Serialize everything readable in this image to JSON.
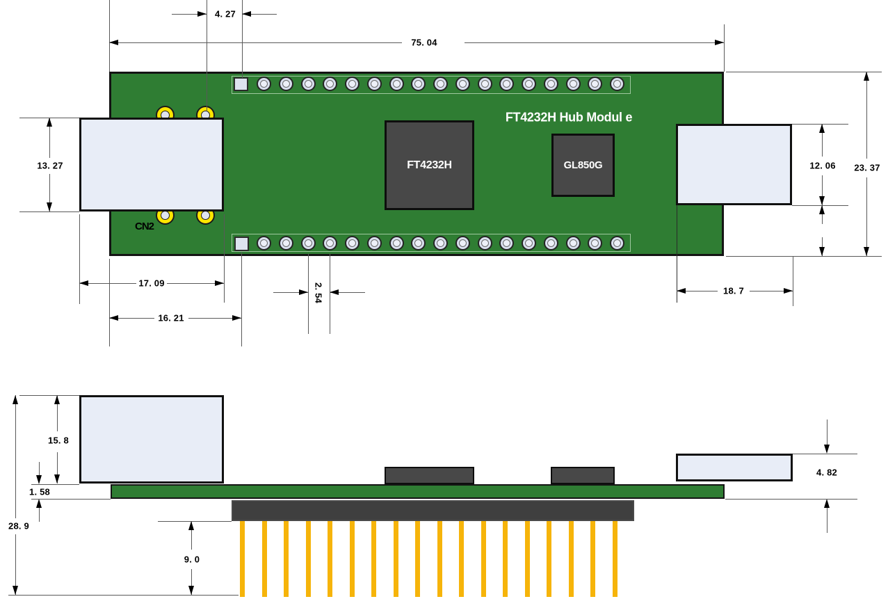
{
  "drawing": {
    "silkscreen_title": "FT4232H Hub Modul e",
    "connector_ref": "CN2",
    "chip1_label": "FT4232H",
    "chip2_label": "GL850G"
  },
  "dims_top": {
    "pin1_offset": "4. 27",
    "board_width": "75. 04",
    "left_connector_height": "13. 27",
    "board_height": "23. 37",
    "right_connector_height": "12. 06",
    "left_connector_width": "17. 09",
    "edge_to_pin1": "16. 21",
    "pin_pitch": "2. 54",
    "right_connector_width": "18. 7"
  },
  "dims_side": {
    "left_connector_height": "15. 8",
    "pcb_thickness": "1. 58",
    "overall_height": "28. 9",
    "pin_length": "9. 0",
    "right_connector_height": "4. 82"
  },
  "pads": {
    "circular_pads_per_row": 17,
    "square_pads_per_row": 1,
    "header_pins": 18,
    "mounting_holes": 4
  },
  "colors": {
    "pcb_green": "#2f7d33",
    "chip_body": "#484848",
    "connector_body": "#e8edf7",
    "mounting_hole_yellow": "#ffe600",
    "pin_gold": "#f6b40a"
  }
}
